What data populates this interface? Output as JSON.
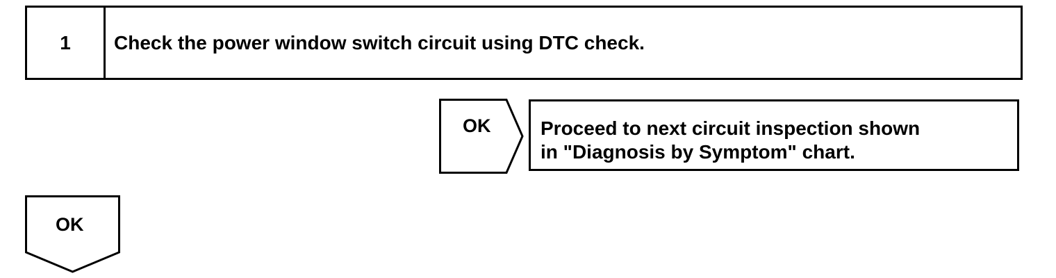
{
  "step": {
    "number": "1",
    "text": "Check the power window switch circuit using DTC check."
  },
  "right_branch": {
    "arrow_label": "OK",
    "result_lines": [
      "Proceed to next circuit inspection shown",
      "in \"Diagnosis by Symptom\" chart."
    ]
  },
  "down_branch": {
    "arrow_label": "OK"
  }
}
